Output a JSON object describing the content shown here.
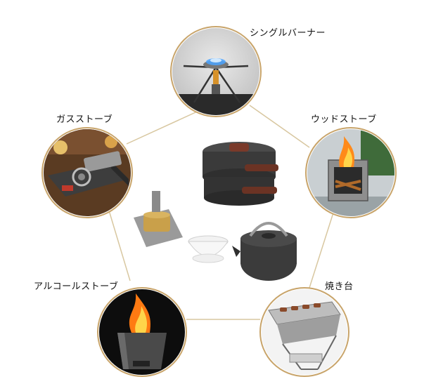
{
  "labels": {
    "single_burner": "シングルバーナー",
    "gas_stove": "ガスストーブ",
    "wood_stove": "ウッドストーブ",
    "alcohol_stove": "アルコールストーブ",
    "grill": "焼き台"
  },
  "colors": {
    "ring": "#c8a46a",
    "connector": "#d8c7a0",
    "flame": "#ff8a1a"
  }
}
